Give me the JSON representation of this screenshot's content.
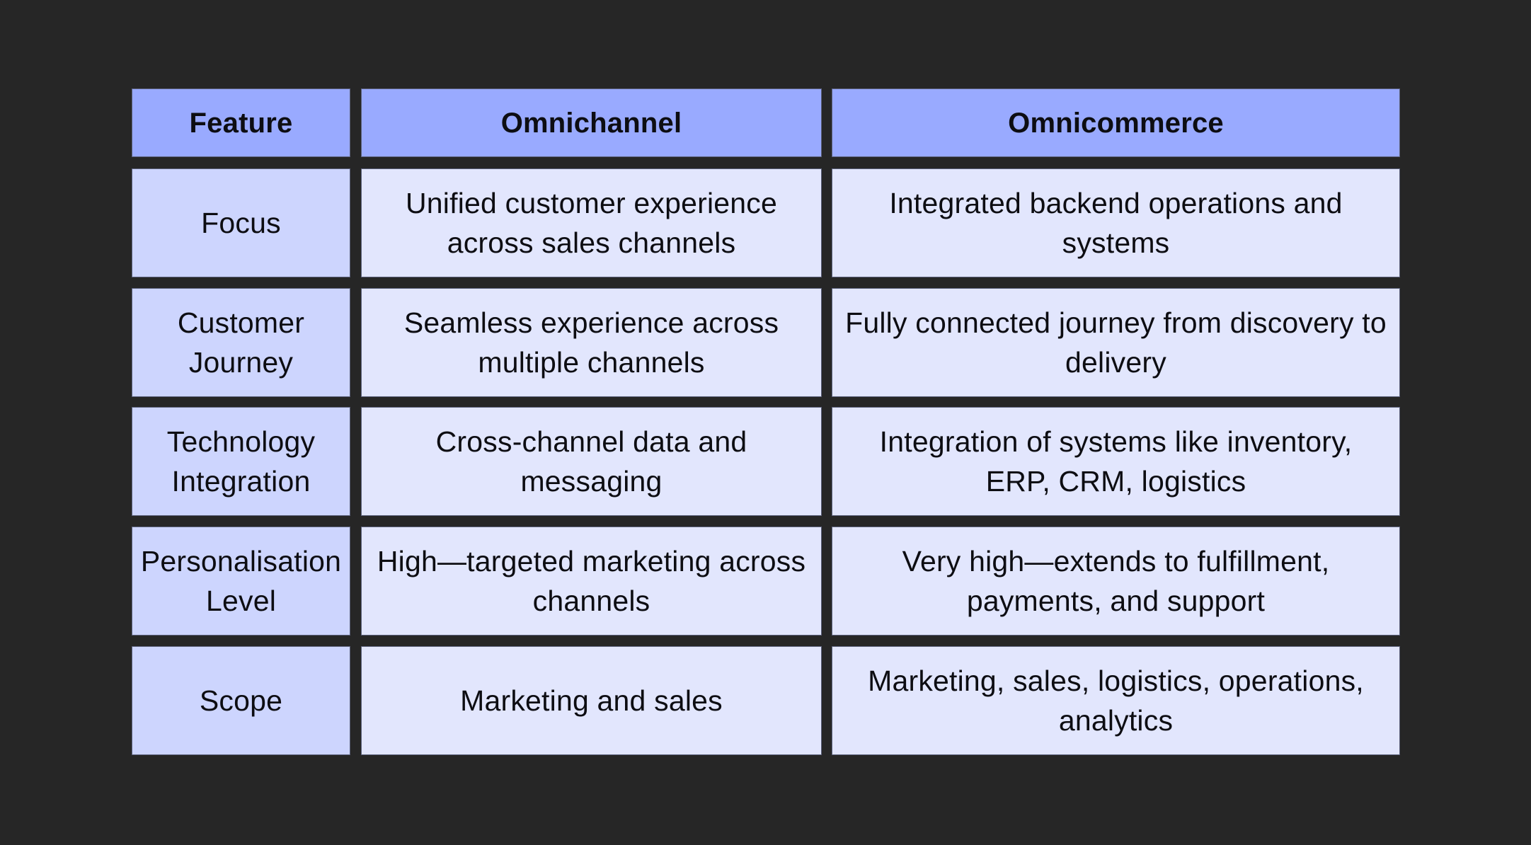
{
  "colors": {
    "background": "#262626",
    "header": "#99aaff",
    "feature_column": "#cdd5fe",
    "body_cells": "#e2e6fd"
  },
  "table": {
    "headers": [
      "Feature",
      "Omnichannel",
      "Omnicommerce"
    ],
    "rows": [
      {
        "feature": "Focus",
        "omnichannel": "Unified customer experience across sales channels",
        "omnicommerce": "Integrated backend operations and systems"
      },
      {
        "feature": "Customer Journey",
        "omnichannel": "Seamless experience across multiple channels",
        "omnicommerce": "Fully connected journey from discovery to delivery"
      },
      {
        "feature": "Technology Integration",
        "omnichannel": "Cross-channel data and messaging",
        "omnicommerce": "Integration of systems like inventory, ERP, CRM, logistics"
      },
      {
        "feature": "Personalisation Level",
        "omnichannel": "High—targeted marketing across channels",
        "omnicommerce": "Very high—extends to fulfillment, payments, and support"
      },
      {
        "feature": "Scope",
        "omnichannel": "Marketing and sales",
        "omnicommerce": "Marketing, sales, logistics, operations, analytics"
      }
    ]
  }
}
